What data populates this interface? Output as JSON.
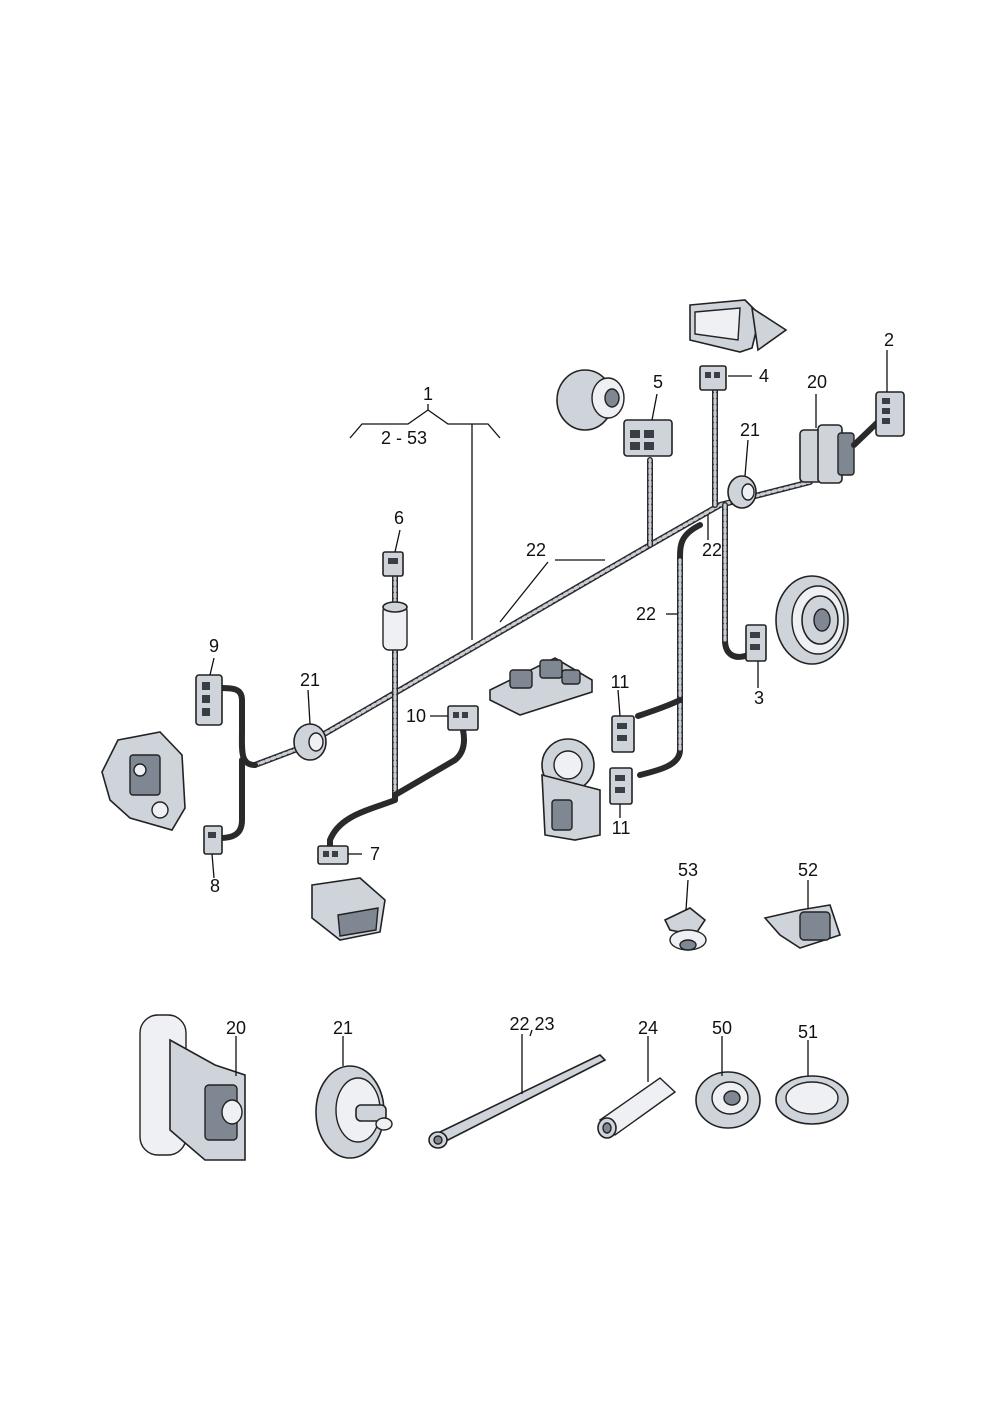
{
  "diagram": {
    "labels": {
      "l1": "1",
      "l2_53": "2 - 53",
      "l2": "2",
      "l3": "3",
      "l4": "4",
      "l5": "5",
      "l6": "6",
      "l7": "7",
      "l8": "8",
      "l9": "9",
      "l10": "10",
      "l11a": "11",
      "l11b": "11",
      "l20": "20",
      "l21a": "21",
      "l21b": "21",
      "l22a": "22",
      "l22b": "22",
      "l22c": "22",
      "l52": "52",
      "l53": "53",
      "b20": "20",
      "b21": "21",
      "b22_23": "22 23",
      "b24": "24",
      "b50": "50",
      "b51": "51"
    }
  }
}
